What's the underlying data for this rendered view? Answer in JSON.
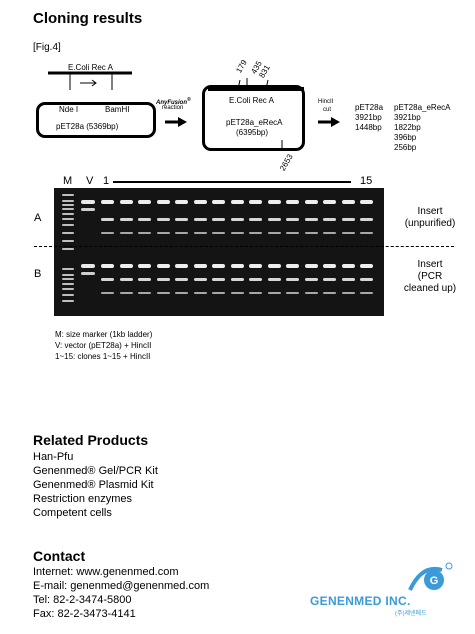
{
  "title": "Cloning results",
  "figure_label": "[Fig.4]",
  "diagram": {
    "insert_label": "E.Coli Rec A",
    "vector": {
      "site_left": "Nde I",
      "site_right": "BamHI",
      "name": "pET28a (5369bp)"
    },
    "reaction_label_1": "AnyFusion",
    "reaction_label_2": "reaction",
    "construct": {
      "insert_label": "E.Coli Rec A",
      "name_line1": "pET28a_eRecA",
      "name_line2": "(6395bp)",
      "sites": [
        "179",
        "435",
        "831",
        "2653"
      ]
    },
    "cut_label_1": "HincII",
    "cut_label_2": "cut",
    "fragments": {
      "col1_header": "pET28a",
      "col1": [
        "3921bp",
        "1448bp"
      ],
      "col2_header": "pET28a_eRecA",
      "col2": [
        "3921bp",
        "1822bp",
        "396bp",
        "256bp"
      ]
    }
  },
  "gel": {
    "lane_M": "M",
    "lane_V": "V",
    "lane_first": "1",
    "lane_last": "15",
    "row_A": "A",
    "row_B": "B",
    "insert_A_line1": "Insert",
    "insert_A_line2": "(unpurified)",
    "insert_B_line1": "Insert",
    "insert_B_line2": "(PCR",
    "insert_B_line3": "cleaned up)"
  },
  "legend": [
    "M: size marker (1kb ladder)",
    "V: vector (pET28a) + HincII",
    "1~15: clones 1~15 + HincII"
  ],
  "related": {
    "heading": "Related Products",
    "items": [
      "Han-Pfu",
      "Genenmed® Gel/PCR Kit",
      "Genenmed® Plasmid Kit",
      "Restriction enzymes",
      "Competent cells"
    ]
  },
  "contact": {
    "heading": "Contact",
    "internet": "Internet: www.genenmed.com",
    "email": "E-mail: genenmed@genenmed.com",
    "tel": "Tel: 82-2-3474-5800",
    "fax": "Fax: 82-2-3473-4141"
  },
  "logo": {
    "name": "GENENMED INC.",
    "korean": "(주)제넨메드"
  },
  "colors": {
    "logo_blue": "#3a9bd8"
  }
}
